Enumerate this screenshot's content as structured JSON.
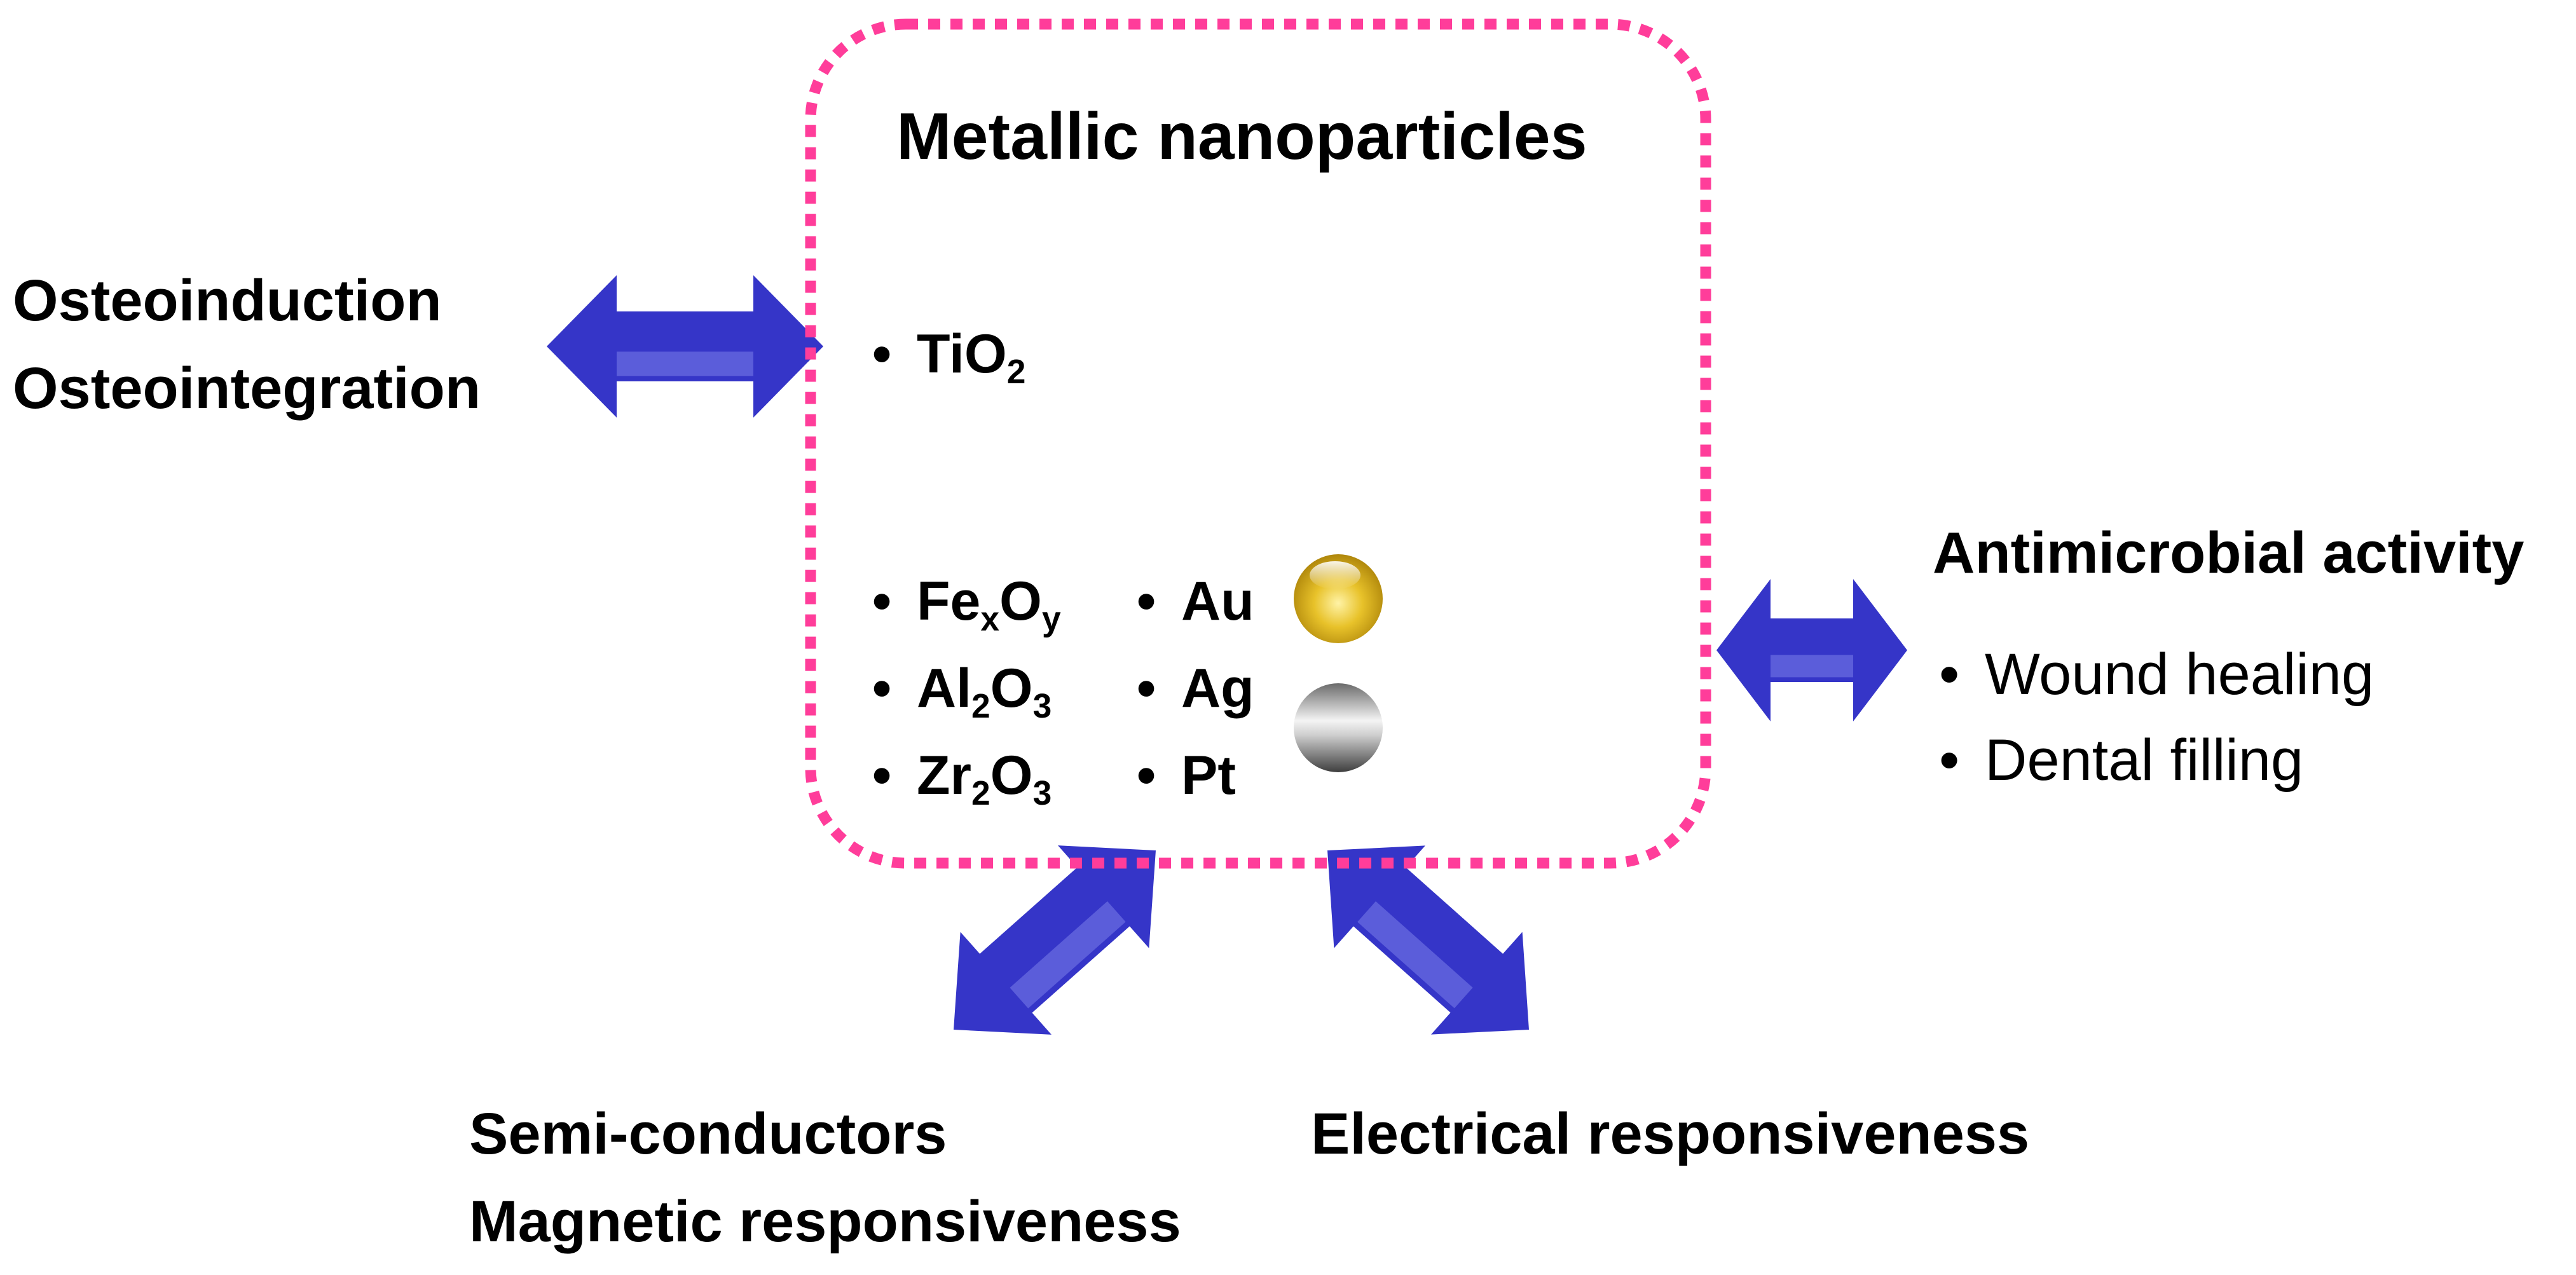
{
  "diagram": {
    "colors": {
      "border": "#ff3d9a",
      "arrow": "#3535c8",
      "arrow_highlight": "#8a8ef0",
      "gold": "#e0b417",
      "silver": "#9a9a9a",
      "text": "#000000"
    },
    "center": {
      "title": "Metallic nanoparticles",
      "top_item": {
        "bullet": "•",
        "base": "TiO",
        "sub": "2"
      },
      "col1": [
        {
          "bullet": "•",
          "p1": "Fe",
          "s1": "x",
          "p2": "O",
          "s2": "y"
        },
        {
          "bullet": "•",
          "p1": "Al",
          "s1": "2",
          "p2": "O",
          "s2": "3"
        },
        {
          "bullet": "•",
          "p1": "Zr",
          "s1": "2",
          "p2": "O",
          "s2": "3"
        }
      ],
      "col2": [
        {
          "bullet": "•",
          "label": "Au"
        },
        {
          "bullet": "•",
          "label": "Ag"
        },
        {
          "bullet": "•",
          "label": "Pt"
        }
      ]
    },
    "left": {
      "line1": "Osteoinduction",
      "line2": "Osteointegration"
    },
    "right": {
      "title": "Antimicrobial activity",
      "items": [
        {
          "bullet": "•",
          "label": "Wound healing"
        },
        {
          "bullet": "•",
          "label": "Dental filling"
        }
      ]
    },
    "bottom_left": {
      "line1": "Semi-conductors",
      "line2": "Magnetic responsiveness"
    },
    "bottom_right": {
      "line1": "Electrical responsiveness"
    }
  }
}
